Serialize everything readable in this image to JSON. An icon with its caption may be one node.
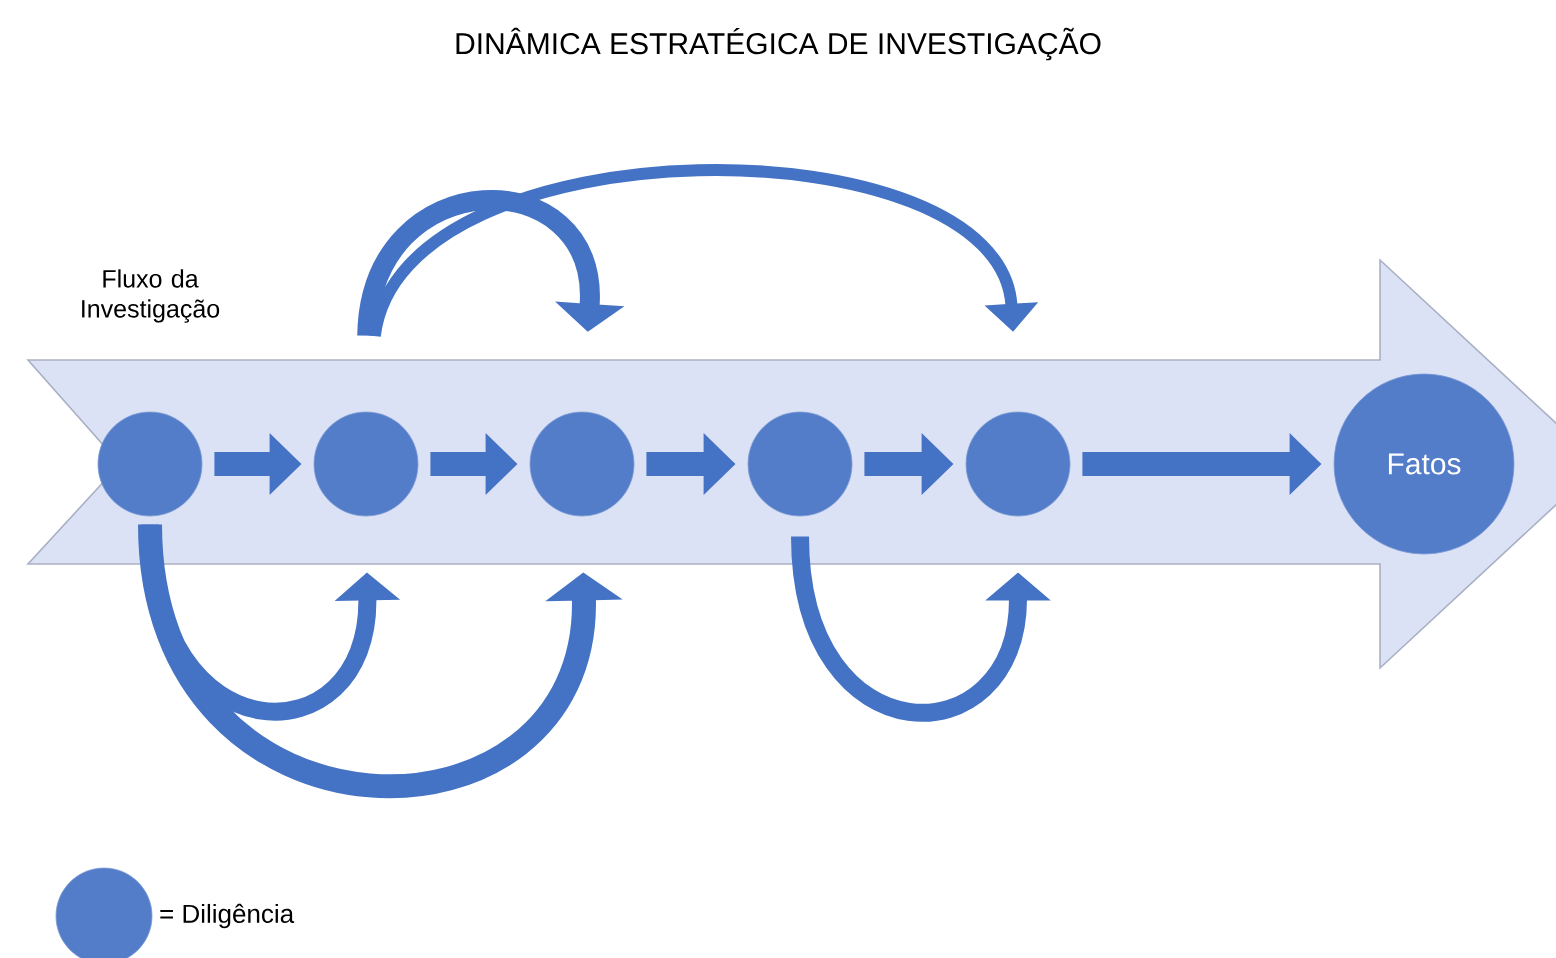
{
  "diagram": {
    "title": "DINÂMICA ESTRATÉGICA DE INVESTIGAÇÃO",
    "nodes": [
      {
        "text": [
          "Fluxo da Investigação"
        ]
      },
      {
        "text": [],
        "shape": "circle",
        "in": 0
      },
      {
        "text": [],
        "shape": "circle",
        "in": 0
      },
      {
        "text": [],
        "shape": "circle",
        "in": 0
      },
      {
        "text": [],
        "shape": "circle",
        "in": 0
      },
      {
        "text": [],
        "shape": "circle",
        "in": 0
      },
      {
        "text": [
          "Fatos"
        ],
        "in": 0
      }
    ],
    "edges": [
      {
        "from": 1,
        "to": 2,
        "arrow": "to"
      },
      {
        "from": 2,
        "to": 3,
        "arrow": "to"
      },
      {
        "from": 3,
        "to": 4,
        "arrow": "to"
      },
      {
        "from": 4,
        "to": 5,
        "arrow": "to"
      },
      {
        "from": 5,
        "to": 6,
        "arrow": "to"
      },
      {
        "from": 2,
        "to": 3,
        "arrow": "to"
      },
      {
        "from": 2,
        "to": 5,
        "arrow": "to"
      },
      {
        "from": 1,
        "to": 2,
        "arrow": "to"
      },
      {
        "from": 1,
        "to": 3,
        "arrow": "to"
      },
      {
        "from": 4,
        "to": 5,
        "arrow": "to"
      }
    ],
    "legend": [
      {
        "text": "= Diligência"
      }
    ]
  }
}
